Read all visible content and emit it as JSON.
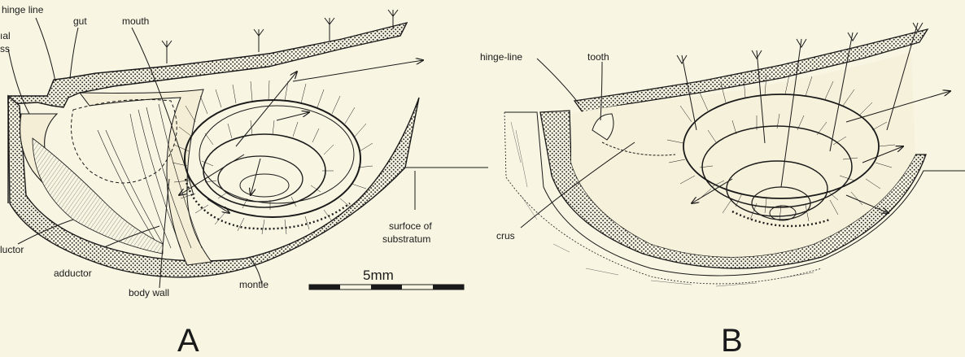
{
  "panel_a": {
    "letter": "A",
    "labels": {
      "hinge_line": "hinge line",
      "mouth": "mouth",
      "gut": "gut",
      "partial_top": "ıal",
      "partial_second": "ss",
      "partial_adductor": "luctor",
      "adductor": "adductor",
      "body_wall": "body wall",
      "mantle": "montle",
      "surface_line1": "surfoce of",
      "surface_line2": "substratum"
    },
    "scale_bar": "5mm"
  },
  "panel_b": {
    "letter": "B",
    "labels": {
      "hinge_line": "hinge-line",
      "tooth": "tooth",
      "crus": "crus"
    }
  },
  "colors": {
    "background": "#f8f5e2",
    "ink": "#1a1a1a",
    "shell_stipple": "#9a9a90"
  }
}
